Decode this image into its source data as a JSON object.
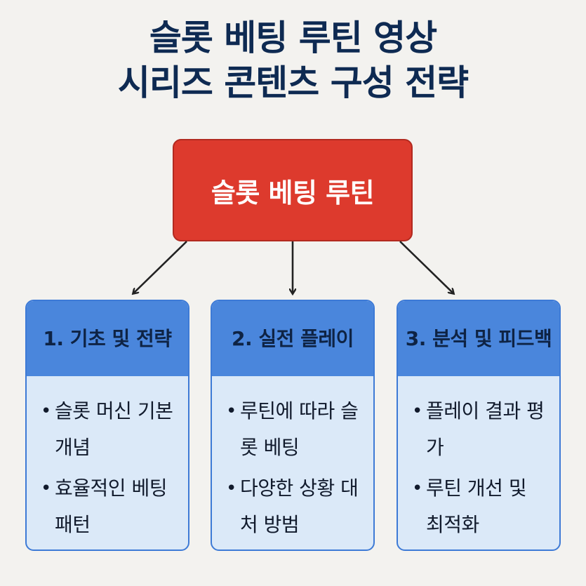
{
  "title": {
    "line1": "슬롯 베팅 루틴 영상",
    "line2": "시리즈 콘텐츠 구성 전략"
  },
  "root": {
    "label": "슬롯 베팅 루틴"
  },
  "columns": [
    {
      "header": "1. 기초 및 전략",
      "items": [
        "슬롯 머신 기본 개념",
        "효율적인 베팅 패턴"
      ]
    },
    {
      "header": "2. 실전 플레이",
      "items": [
        "루틴에 따라 슬롯 베팅",
        "다양한 상황 대처 방범"
      ]
    },
    {
      "header": "3. 분석 및 피드백",
      "items": [
        "플레이 결과 평가",
        "루틴 개선 및 최적화"
      ]
    }
  ],
  "bullet_symbol": "•",
  "colors": {
    "background": "#f3f2ef",
    "title": "#0e2a52",
    "root_box": "#dd3a2d",
    "card_header": "#4a86dc",
    "card_body": "#dbe9f8",
    "card_border": "#3d7ad6",
    "arrow": "#222222"
  }
}
